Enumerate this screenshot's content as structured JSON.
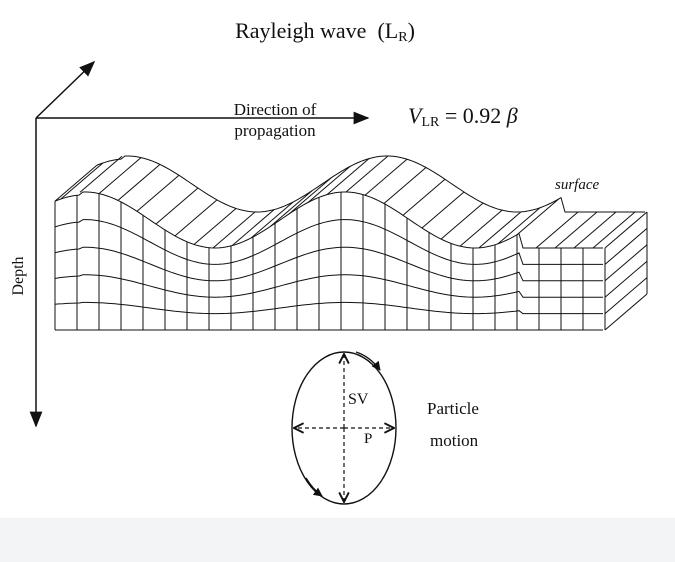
{
  "diagram": {
    "title_main": "Rayleigh wave",
    "title_paren_open": "(L",
    "title_sub": "R",
    "title_paren_close": ")",
    "direction_line1": "Direction of",
    "direction_line2": "propagation",
    "velocity_symbol": "V",
    "velocity_sub": "LR",
    "velocity_eq": " = 0.92 ",
    "velocity_beta": "β",
    "surface_label": "surface",
    "depth_label": "Depth",
    "sv_label": "SV",
    "p_label": "P",
    "particle_label_line1": "Particle",
    "particle_label_line2": "motion"
  }
}
